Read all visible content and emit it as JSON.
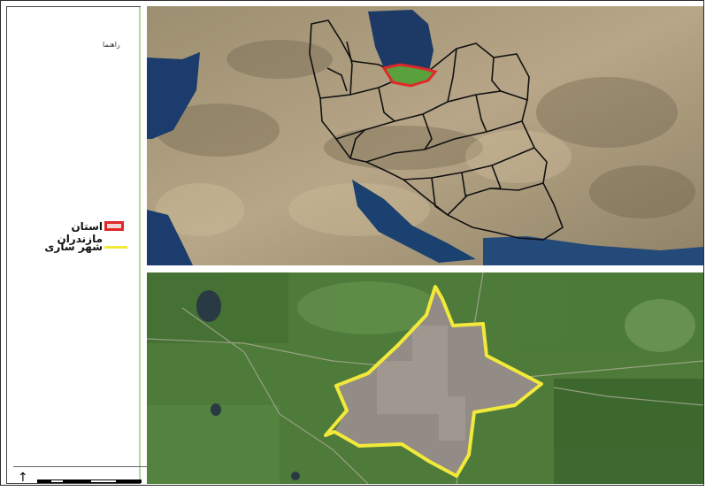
{
  "legend": {
    "title": "راهنما",
    "items": [
      {
        "label": "استان مازندران",
        "symbol": "red-outline-box",
        "color": "#e0282a"
      },
      {
        "label": "شهر ساری",
        "symbol": "yellow-line",
        "color": "#f2e93a"
      }
    ]
  },
  "colors": {
    "province_outline": "#e0282a",
    "city_boundary": "#f2e93a",
    "borders": "#111111",
    "water": "#1d3a66",
    "vegetation": "#4e7a3a"
  }
}
